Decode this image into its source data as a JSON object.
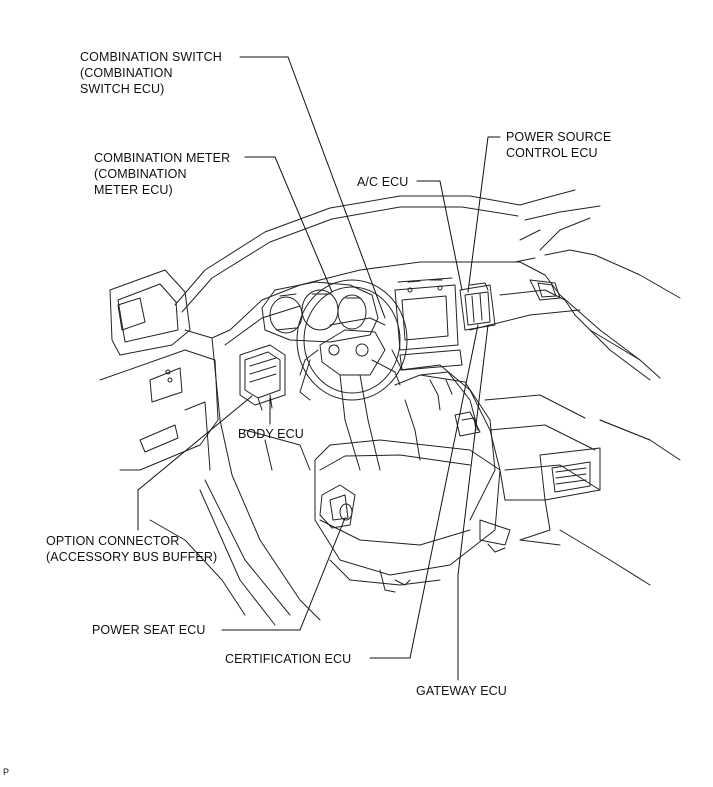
{
  "callouts": {
    "combination_switch": [
      "COMBINATION SWITCH",
      "(COMBINATION",
      "SWITCH ECU)"
    ],
    "combination_meter": [
      "COMBINATION METER",
      "(COMBINATION",
      "METER ECU)"
    ],
    "power_source": [
      "POWER SOURCE",
      "CONTROL ECU"
    ],
    "ac_ecu": "A/C ECU",
    "body_ecu": "BODY ECU",
    "option_connector": [
      "OPTION CONNECTOR",
      "(ACCESSORY BUS BUFFER)"
    ],
    "power_seat_ecu": "POWER SEAT ECU",
    "certification_ecu": "CERTIFICATION ECU",
    "gateway_ecu": "GATEWAY ECU"
  },
  "corner_mark": "P"
}
